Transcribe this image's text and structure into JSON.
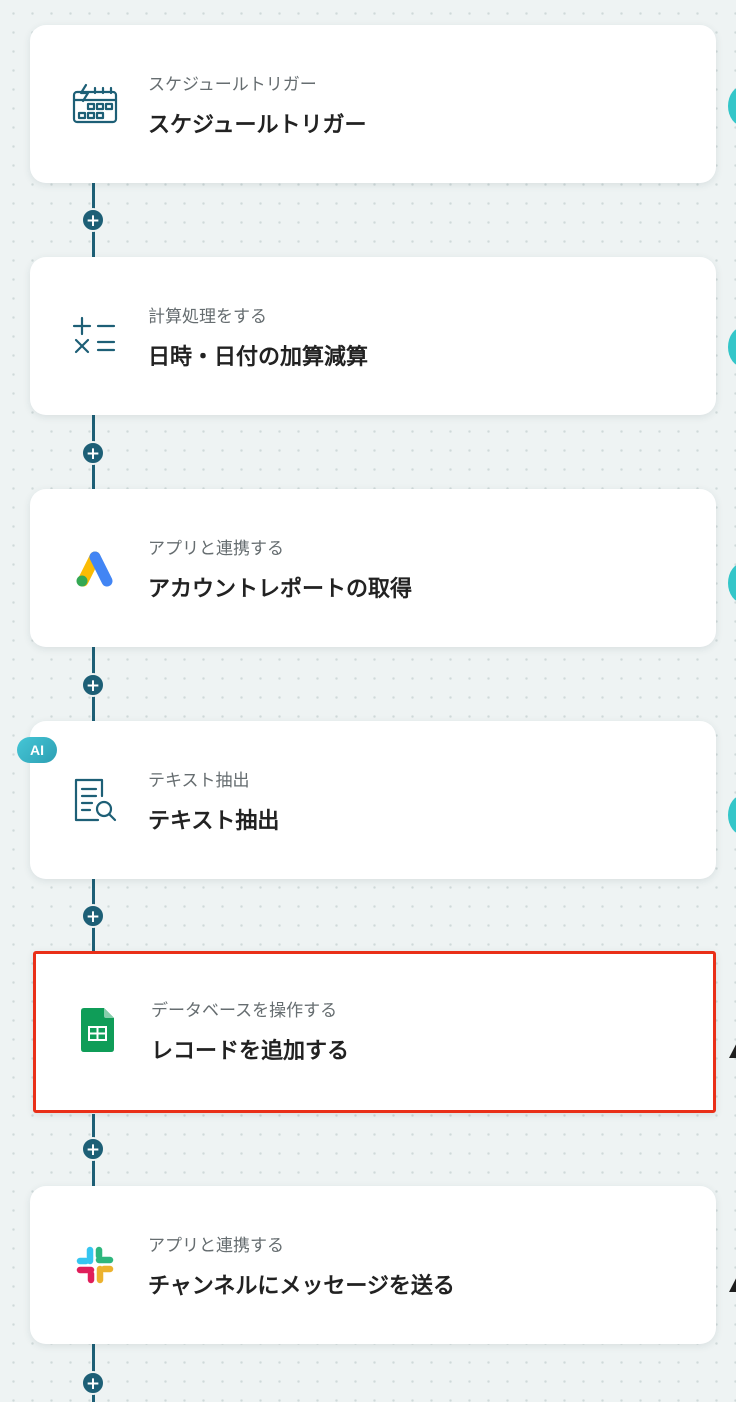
{
  "steps": [
    {
      "subtitle": "スケジュールトリガー",
      "title": "スケジュールトリガー",
      "icon": "calendar-clock-icon"
    },
    {
      "subtitle": "計算処理をする",
      "title": "日時・日付の加算減算",
      "icon": "calculator-operators-icon"
    },
    {
      "subtitle": "アプリと連携する",
      "title": "アカウントレポートの取得",
      "icon": "google-ads-icon"
    },
    {
      "subtitle": "テキスト抽出",
      "title": "テキスト抽出",
      "icon": "document-search-icon",
      "badge": "AI"
    },
    {
      "subtitle": "データベースを操作する",
      "title": "レコードを追加する",
      "icon": "google-sheets-icon",
      "selected": true
    },
    {
      "subtitle": "アプリと連携する",
      "title": "チャンネルにメッセージを送る",
      "icon": "slack-icon"
    }
  ],
  "add_step_label": "+",
  "colors": {
    "connector": "#1d5f76",
    "selection": "#e92f18",
    "ai_badge": "#3bb8c9",
    "accent_teal": "#34c6c9"
  }
}
